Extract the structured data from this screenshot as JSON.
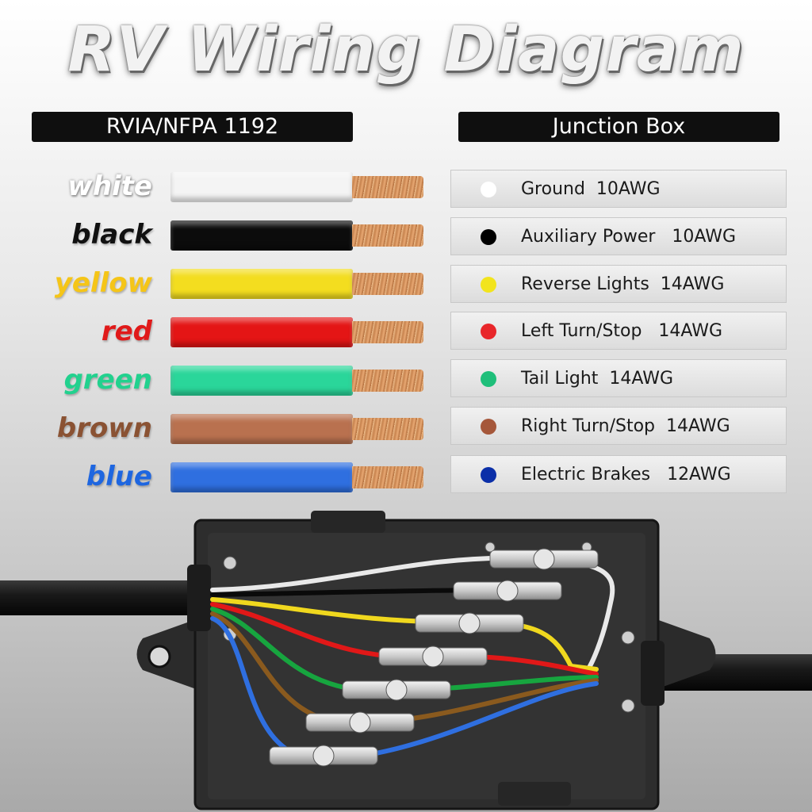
{
  "title": "RV Wiring Diagram",
  "headers": {
    "standard": "RVIA/NFPA 1192",
    "junction": "Junction Box"
  },
  "wires": [
    {
      "label": "white",
      "label_color": "#ffffff",
      "insulation": "#f4f4f4",
      "function": "Ground  10AWG",
      "dot": "#ffffff"
    },
    {
      "label": "black",
      "label_color": "#111111",
      "insulation": "#0c0c0c",
      "function": "Auxiliary Power   10AWG",
      "dot": "#000000"
    },
    {
      "label": "yellow",
      "label_color": "#f5c518",
      "insulation": "#f3dd1f",
      "function": "Reverse Lights  14AWG",
      "dot": "#f2e41d"
    },
    {
      "label": "red",
      "label_color": "#e01a1a",
      "insulation": "#e41515",
      "function": "Left Turn/Stop   14AWG",
      "dot": "#e8262a"
    },
    {
      "label": "green",
      "label_color": "#22d18e",
      "insulation": "#2ad69a",
      "function": "Tail Light  14AWG",
      "dot": "#1fbf7a"
    },
    {
      "label": "brown",
      "label_color": "#8a5233",
      "insulation": "#b9714f",
      "function": "Right Turn/Stop  14AWG",
      "dot": "#a5573a"
    },
    {
      "label": "blue",
      "label_color": "#1e66e0",
      "insulation": "#2f6fe0",
      "function": "Electric Brakes   12AWG",
      "dot": "#0b2fa8"
    }
  ]
}
